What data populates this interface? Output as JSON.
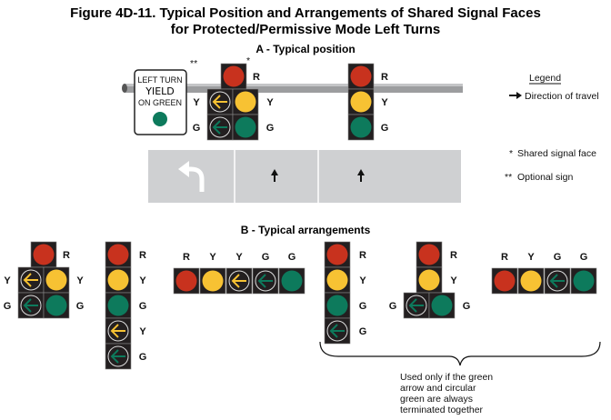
{
  "title_line1": "Figure 4D-11. Typical Position and Arrangements of Shared Signal Faces",
  "title_line2": "for Protected/Permissive Mode Left Turns",
  "section_a": {
    "heading": "A - Typical position",
    "sign": {
      "line1": "LEFT TURN",
      "line2": "YIELD",
      "line3": "ON GREEN"
    },
    "marker_sign": "**",
    "marker_shared": "*",
    "shared_head_labels": [
      "R",
      "Y",
      "Y",
      "G",
      "G"
    ],
    "through_head_labels": [
      "R",
      "Y",
      "G"
    ]
  },
  "legend": {
    "title": "Legend",
    "direction": "Direction of travel",
    "shared_marker": "*",
    "shared": "Shared signal face",
    "optional_marker": "**",
    "optional": "Optional sign"
  },
  "section_b": {
    "heading": "B - Typical arrangements",
    "heads": [
      {
        "labels": [
          "R",
          "Y",
          "Y",
          "G",
          "G"
        ]
      },
      {
        "labels": [
          "R",
          "Y",
          "G",
          "Y",
          "G"
        ]
      },
      {
        "labels": [
          "R",
          "Y",
          "Y",
          "G",
          "G"
        ]
      },
      {
        "labels": [
          "R",
          "Y",
          "G",
          "G"
        ]
      },
      {
        "labels": [
          "R",
          "Y",
          "G",
          "G"
        ]
      },
      {
        "labels": [
          "R",
          "Y",
          "G",
          "G"
        ]
      }
    ],
    "note": [
      "Used only if the green",
      "arrow and circular",
      "green are always",
      "terminated together"
    ]
  },
  "colors": {
    "red": "#c8321e",
    "yellow": "#f7c233",
    "green": "#0d7a5c",
    "housing": "#231f20",
    "road": "#cfd0d2",
    "pole": "#9c9d9f"
  }
}
